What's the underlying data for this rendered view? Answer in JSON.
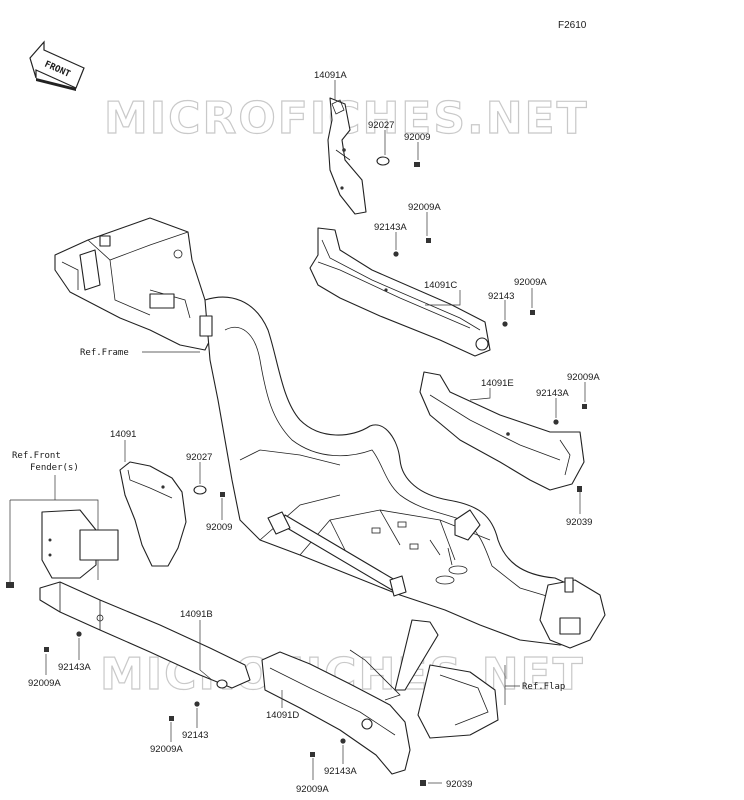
{
  "figure_code": "F2610",
  "front_arrow_label": "FRONT",
  "watermark": "MICROFICHES.NET",
  "refs": {
    "frame": "Ref.Frame",
    "front_fender_line1": "Ref.Front",
    "front_fender_line2": "Fender(s)",
    "flap": "Ref.Flap"
  },
  "parts": {
    "p14091A": "14091A",
    "p92027_top": "92027",
    "p92009_top": "92009",
    "p92009A_1": "92009A",
    "p92143A_1": "92143A",
    "p14091C": "14091C",
    "p92009A_2": "92009A",
    "p92143_1": "92143",
    "p92009A_3": "92009A",
    "p14091E": "14091E",
    "p92143A_2": "92143A",
    "p92039_1": "92039",
    "p14091": "14091",
    "p92027_mid": "92027",
    "p92009_mid": "92009",
    "p14091B": "14091B",
    "p92143A_3": "92143A",
    "p92009A_4": "92009A",
    "p92009A_5": "92009A",
    "p92143_2": "92143",
    "p14091D": "14091D",
    "p92143A_4": "92143A",
    "p92009A_6": "92009A",
    "p92039_2": "92039"
  }
}
